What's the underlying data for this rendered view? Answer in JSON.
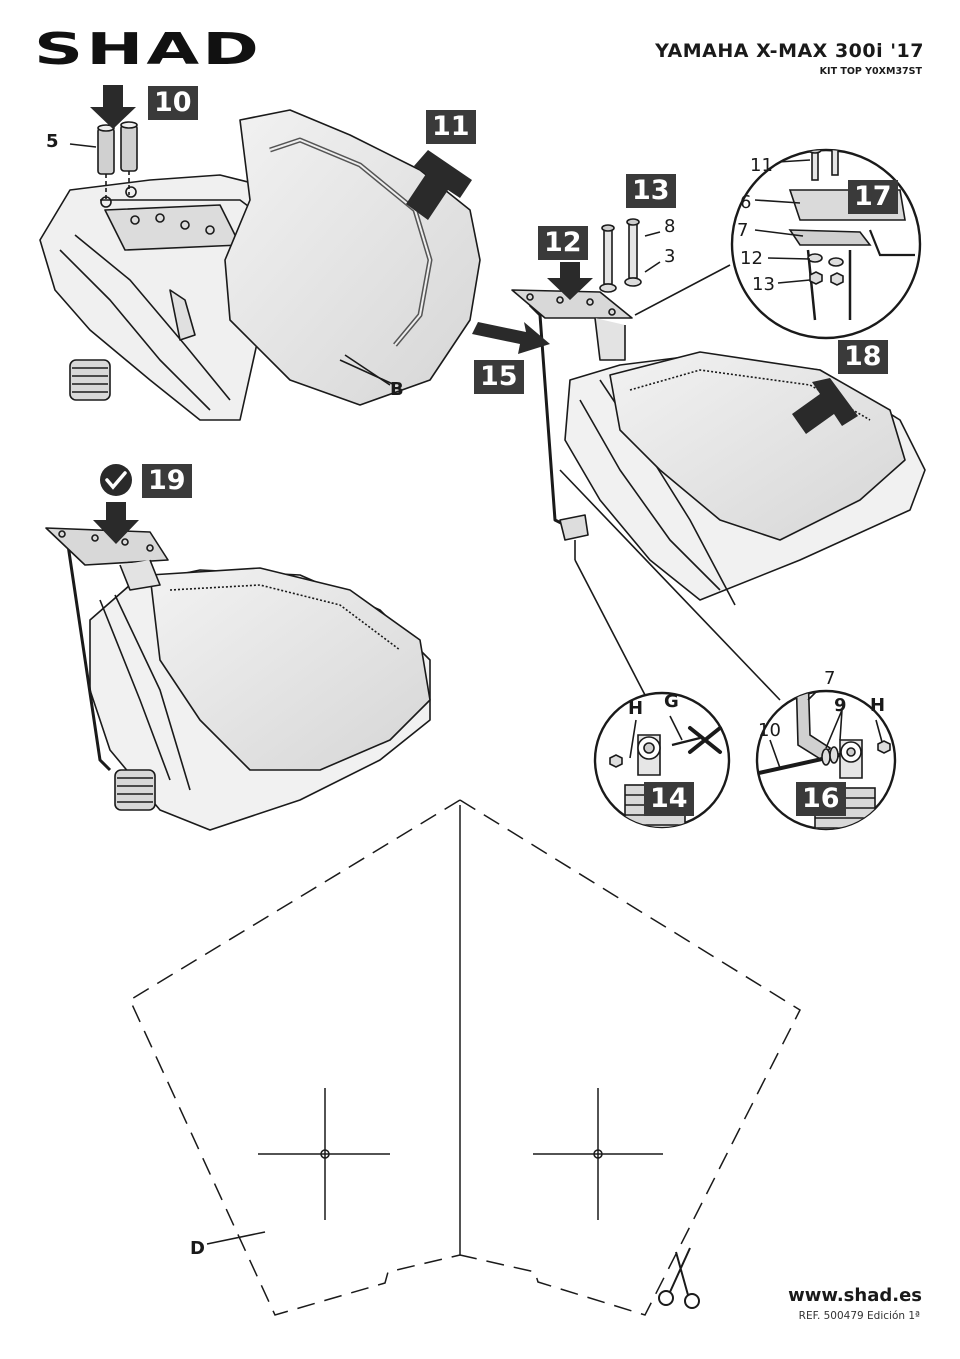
{
  "brand": "SHAD",
  "header": {
    "title": "YAMAHA X-MAX 300i '17",
    "kit": "KIT TOP Y0XM37ST"
  },
  "steps": [
    "10",
    "11",
    "12",
    "13",
    "14",
    "15",
    "16",
    "17",
    "18",
    "19"
  ],
  "labels": {
    "part_5": "5",
    "part_B": "B",
    "part_8": "8",
    "part_3": "3",
    "part_11": "11",
    "part_6": "6",
    "part_7": "7",
    "part_12": "12",
    "part_13": "13",
    "part_H_a": "H",
    "part_G": "G",
    "part_7b": "7",
    "part_9": "9",
    "part_10": "10",
    "part_H_b": "H",
    "part_D": "D"
  },
  "icons": [
    "arrow-down-icon",
    "push-arrow-icon",
    "check-icon",
    "cross-icon",
    "scissors-icon"
  ],
  "colors": {
    "step_bg": "#3a3a3a",
    "line": "#1a1a1a",
    "fill": "#e6e6e6"
  },
  "footer": {
    "website": "www.shad.es",
    "reference": "REF. 500479 Edición 1ª"
  }
}
